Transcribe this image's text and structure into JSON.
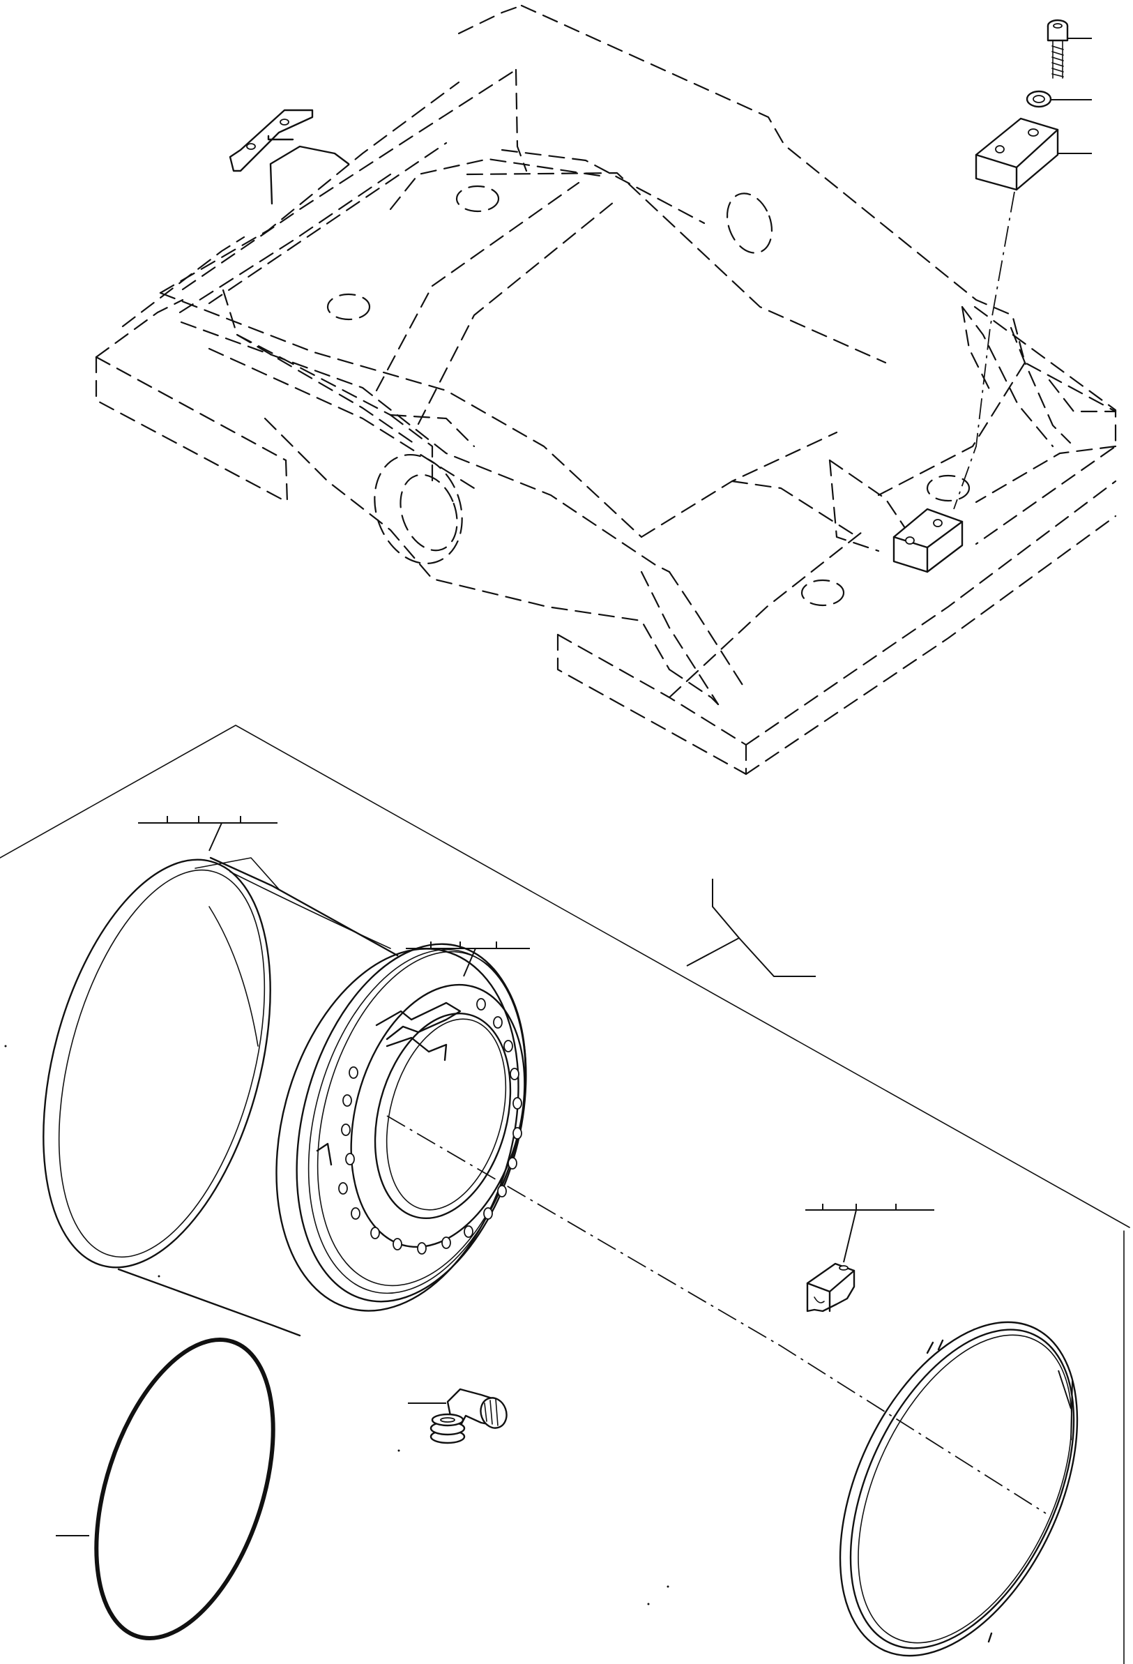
{
  "diagram": {
    "kind": "exploded-parts-view",
    "parts": [
      {
        "id": "frame",
        "icon": "axle-frame-outline-dashed"
      },
      {
        "id": "bolt",
        "icon": "cap-screw-icon"
      },
      {
        "id": "washer",
        "icon": "washer-icon"
      },
      {
        "id": "stop-block",
        "icon": "stop-block-icon"
      },
      {
        "id": "wheel-rim",
        "icon": "wheel-rim-icon"
      },
      {
        "id": "valve",
        "icon": "air-valve-icon"
      },
      {
        "id": "lock-block",
        "icon": "lock-block-icon"
      },
      {
        "id": "o-ring",
        "icon": "o-ring-icon"
      },
      {
        "id": "side-ring",
        "icon": "lock-ring-icon"
      }
    ],
    "callout_labels": [],
    "colors": {
      "ink": "#111111",
      "paper": "#ffffff"
    }
  }
}
